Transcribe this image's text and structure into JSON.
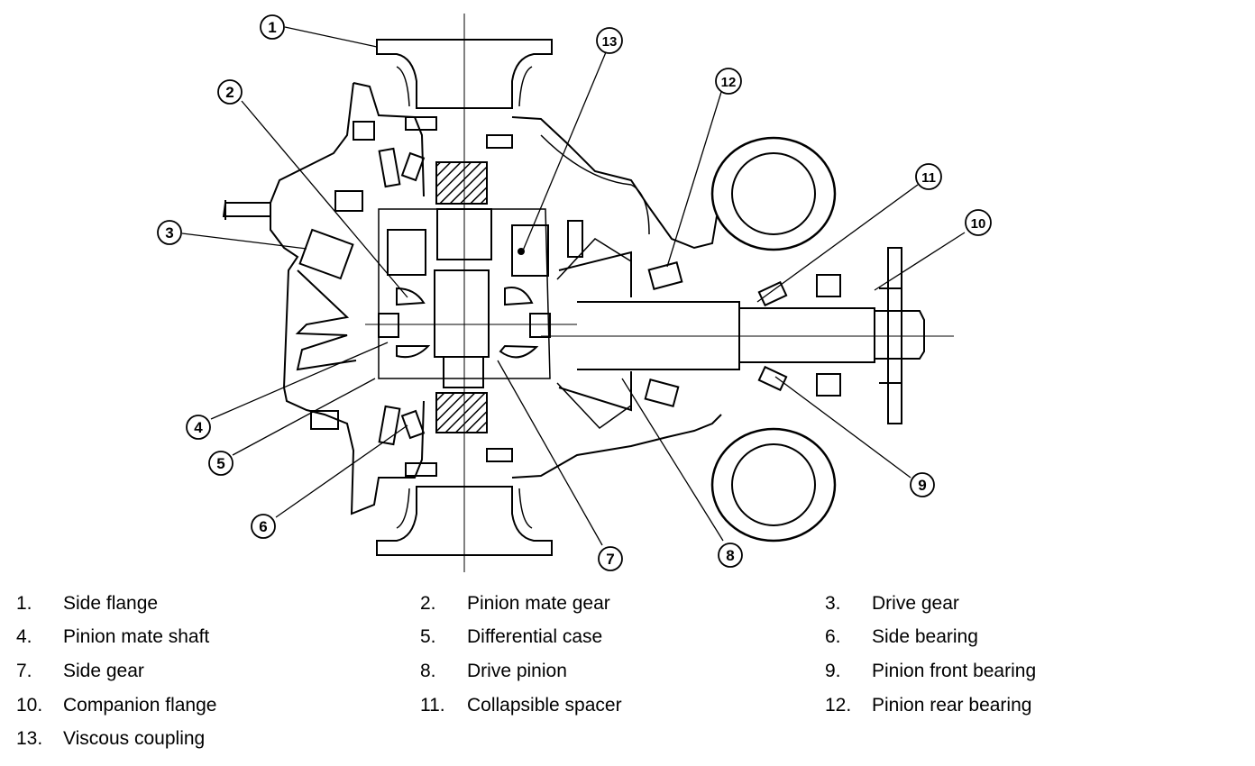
{
  "callouts": [
    {
      "num": "1"
    },
    {
      "num": "2"
    },
    {
      "num": "3"
    },
    {
      "num": "4"
    },
    {
      "num": "5"
    },
    {
      "num": "6"
    },
    {
      "num": "7"
    },
    {
      "num": "8"
    },
    {
      "num": "9"
    },
    {
      "num": "10"
    },
    {
      "num": "11"
    },
    {
      "num": "12"
    },
    {
      "num": "13"
    }
  ],
  "legend": [
    {
      "num": "1.",
      "label": "Side flange"
    },
    {
      "num": "2.",
      "label": "Pinion mate gear"
    },
    {
      "num": "3.",
      "label": "Drive gear"
    },
    {
      "num": "4.",
      "label": "Pinion mate shaft"
    },
    {
      "num": "5.",
      "label": "Differential case"
    },
    {
      "num": "6.",
      "label": "Side bearing"
    },
    {
      "num": "7.",
      "label": "Side gear"
    },
    {
      "num": "8.",
      "label": "Drive pinion"
    },
    {
      "num": "9.",
      "label": "Pinion front bearing"
    },
    {
      "num": "10.",
      "label": "Companion flange"
    },
    {
      "num": "11.",
      "label": "Collapsible spacer"
    },
    {
      "num": "12.",
      "label": "Pinion rear bearing"
    },
    {
      "num": "13.",
      "label": "Viscous coupling"
    }
  ]
}
